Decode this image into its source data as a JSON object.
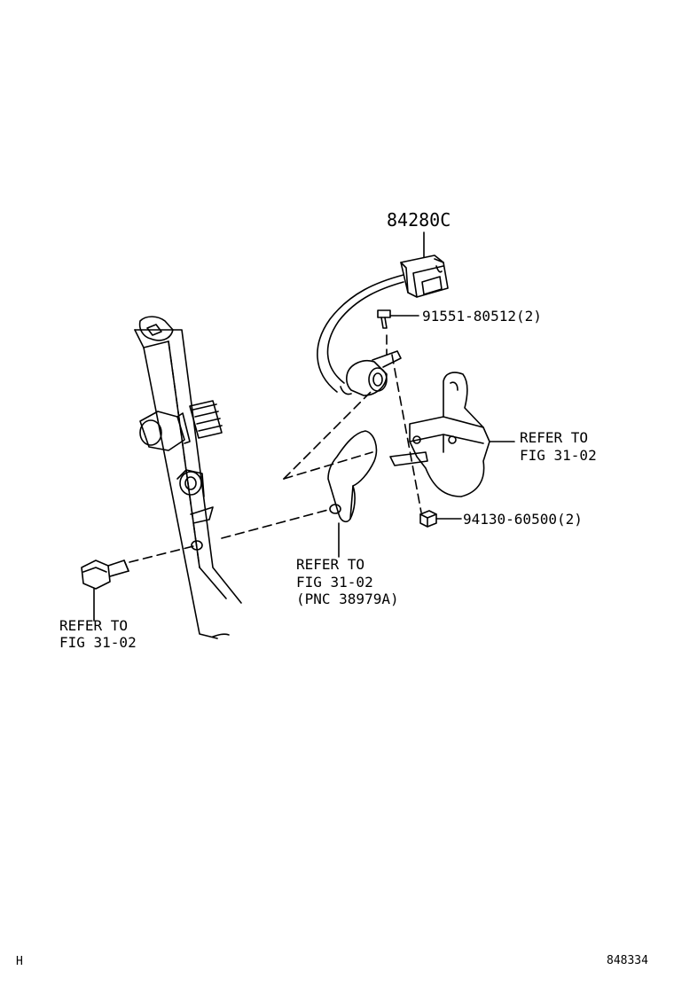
{
  "labels": {
    "part_number": "84280C",
    "screw": "91551-80512(2)",
    "nut": "94130-60500(2)",
    "ref_right_1": "REFER TO",
    "ref_right_2": "FIG 31-02",
    "ref_mid_1": "REFER TO",
    "ref_mid_2": "FIG 31-02",
    "ref_mid_3": "(PNC 38979A)",
    "ref_left_1": "REFER TO",
    "ref_left_2": "FIG 31-02",
    "corner_left": "H",
    "corner_right": "848334"
  }
}
